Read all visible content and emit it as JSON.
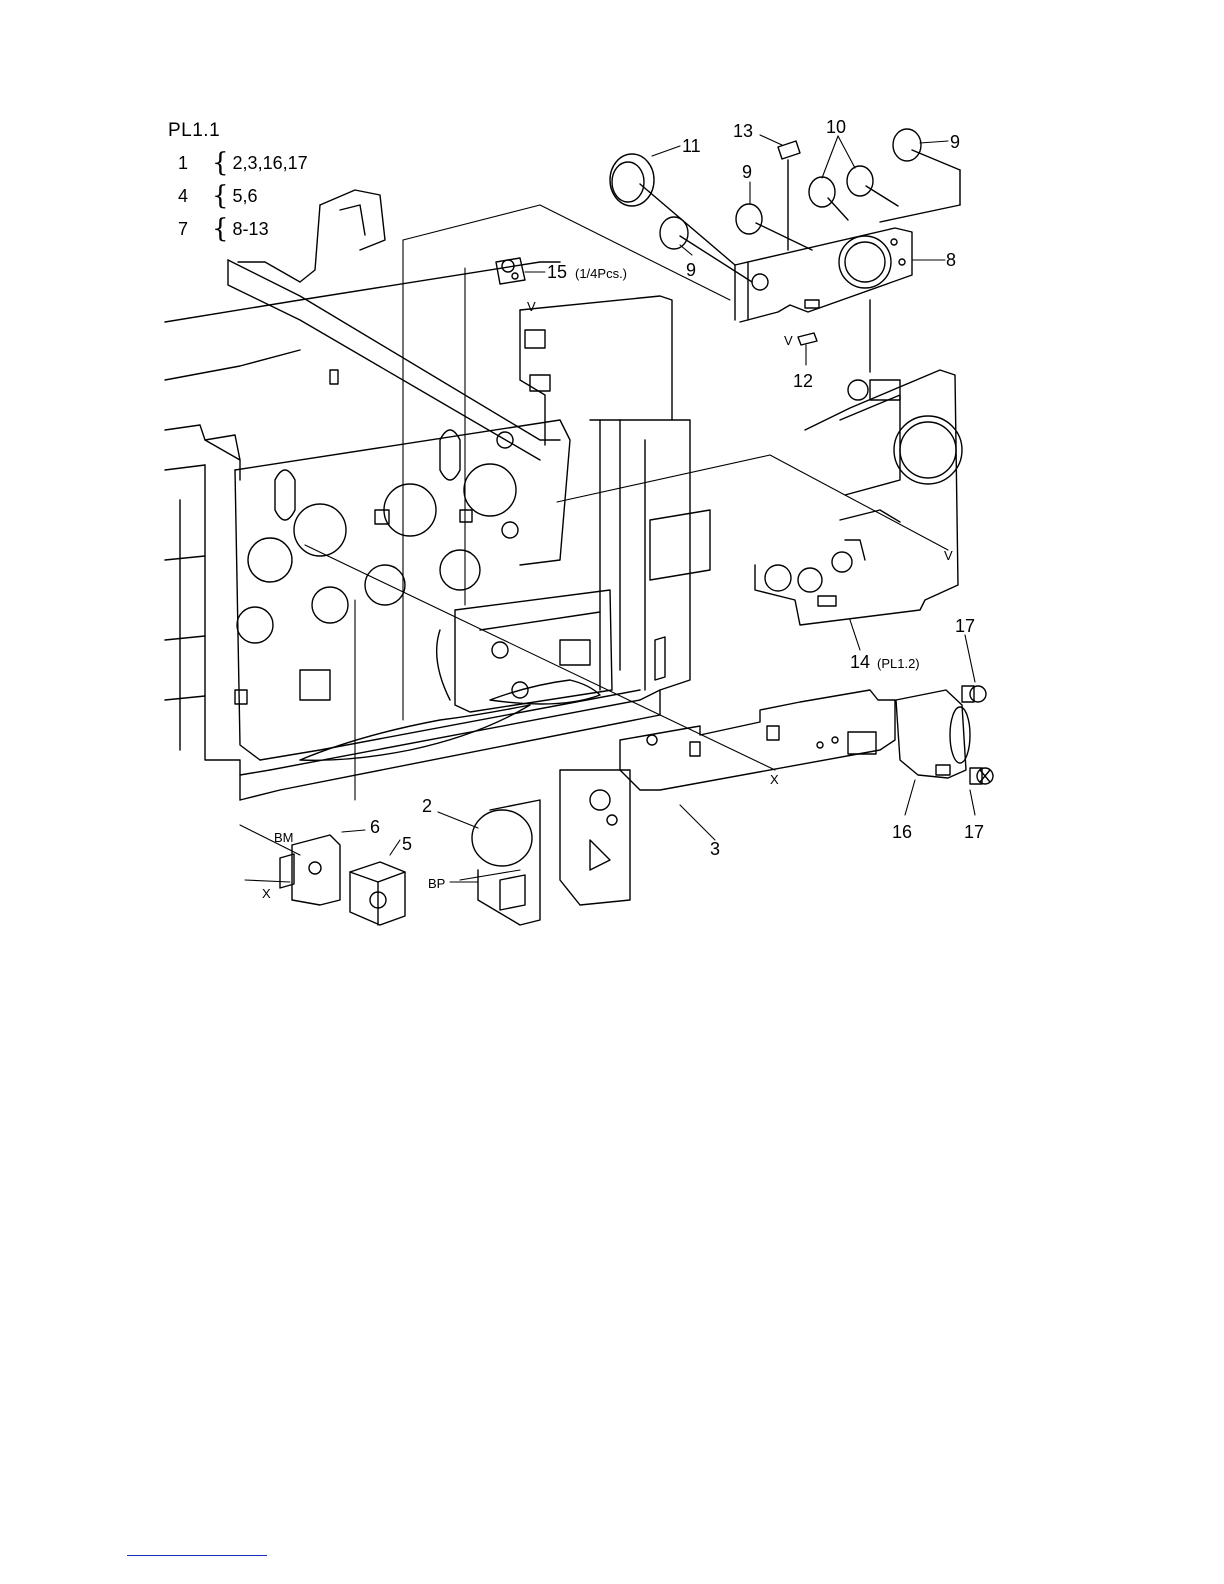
{
  "plate_title": "PL1.1",
  "groups": [
    {
      "item": "1",
      "includes": "2,3,16,17"
    },
    {
      "item": "4",
      "includes": "5,6"
    },
    {
      "item": "7",
      "includes": "8-13"
    }
  ],
  "callouts": {
    "c11": "11",
    "c13": "13",
    "c10": "10",
    "c9a": "9",
    "c9b": "9",
    "c9c": "9",
    "c8": "8",
    "c12": "12",
    "c15": "15",
    "c15_note": "(1/4Pcs.)",
    "c14": "14",
    "c14_note": "(PL1.2)",
    "c17a": "17",
    "c17b": "17",
    "c16": "16",
    "c3": "3",
    "c2": "2",
    "c6": "6",
    "c5": "5"
  },
  "refs": {
    "v1": "V",
    "v2": "V",
    "v3": "V",
    "x1": "X",
    "x2": "X",
    "bm": "BM",
    "bp": "BP"
  }
}
